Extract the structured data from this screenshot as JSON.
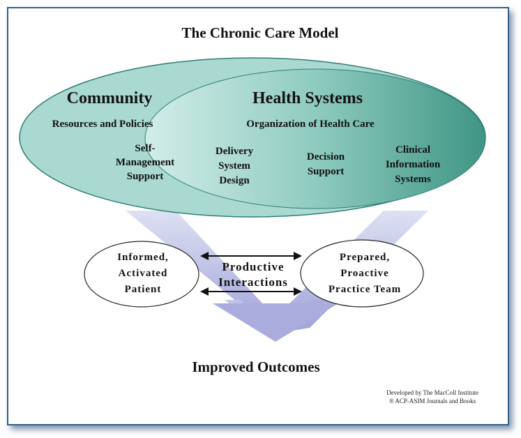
{
  "title": "The Chronic Care Model",
  "community": {
    "heading": "Community",
    "subheading": "Resources and Policies",
    "self_management": [
      "Self-",
      "Management",
      "Support"
    ]
  },
  "health_systems": {
    "heading": "Health Systems",
    "subheading": "Organization of Health Care",
    "elements": [
      {
        "lines": [
          "Delivery",
          "System",
          "Design"
        ]
      },
      {
        "lines": [
          "Decision",
          "Support"
        ]
      },
      {
        "lines": [
          "Clinical",
          "Information",
          "Systems"
        ]
      }
    ]
  },
  "patient": [
    "Informed,",
    "Activated",
    "Patient"
  ],
  "team": [
    "Prepared,",
    "Proactive",
    "Practice Team"
  ],
  "interactions": [
    "Productive",
    "Interactions"
  ],
  "outcome": "Improved Outcomes",
  "credit": {
    "line1": "Developed by The MacColl Institute",
    "line2": "® ACP-ASIM Journals and Books"
  },
  "colors": {
    "frame_border": "#2f5f8a",
    "community_ellipse": "#a9d9d0",
    "health_systems_ellipse": "#3f9f90",
    "arrow": "#9fa2d8",
    "text": "#111111"
  }
}
